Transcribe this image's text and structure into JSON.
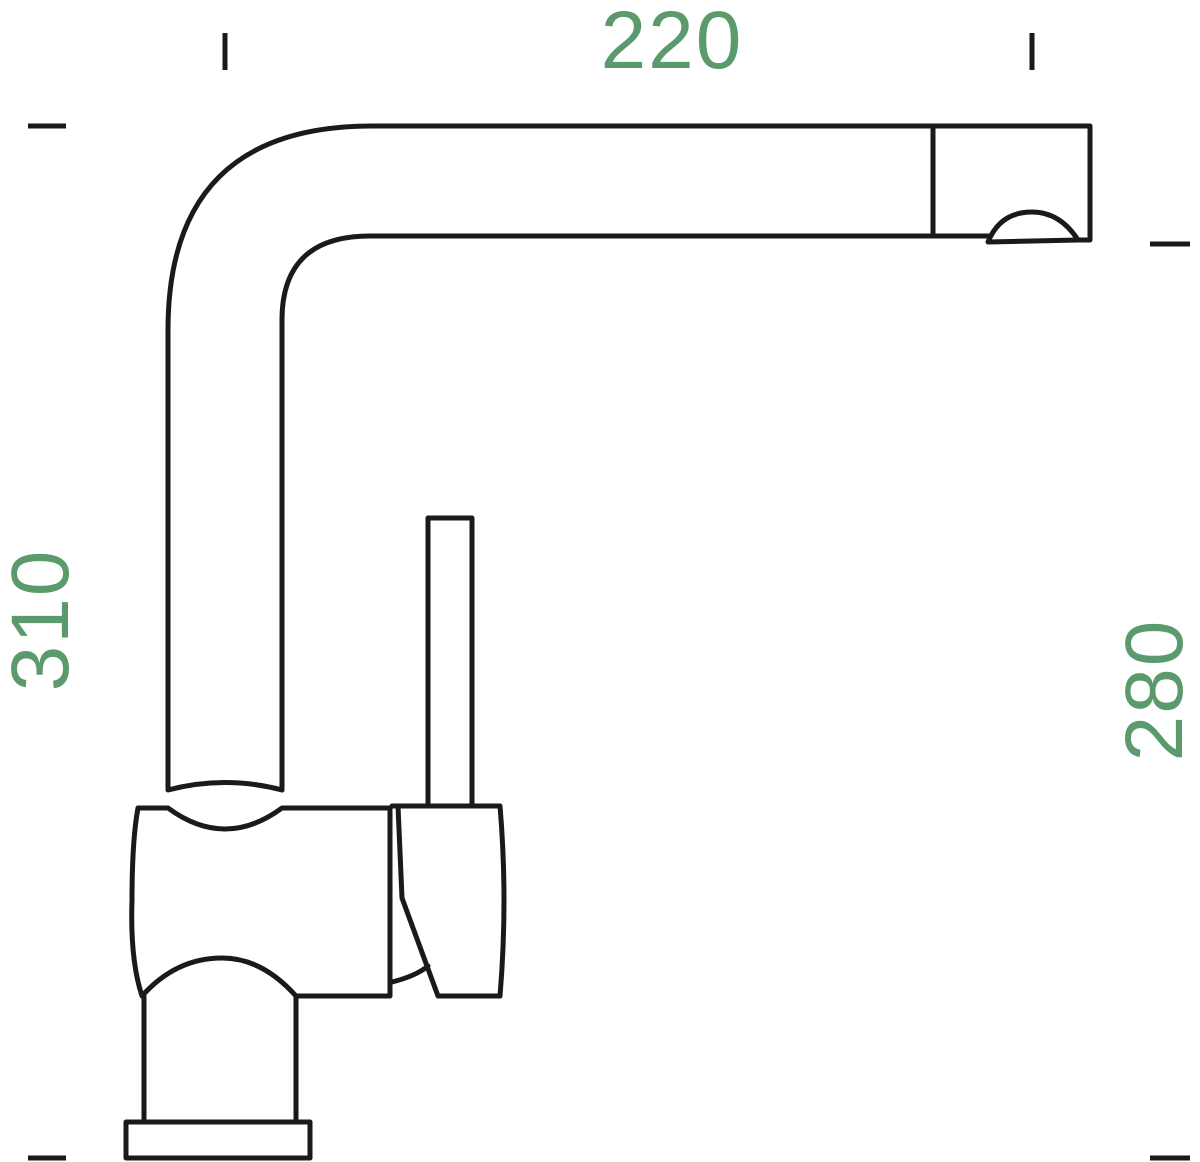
{
  "dimensions": {
    "width_label": "220",
    "height_total_label": "310",
    "spout_height_label": "280"
  },
  "colors": {
    "dimension_text": "#5a9a6c",
    "outline": "#1a1a1a",
    "background": "#ffffff"
  }
}
